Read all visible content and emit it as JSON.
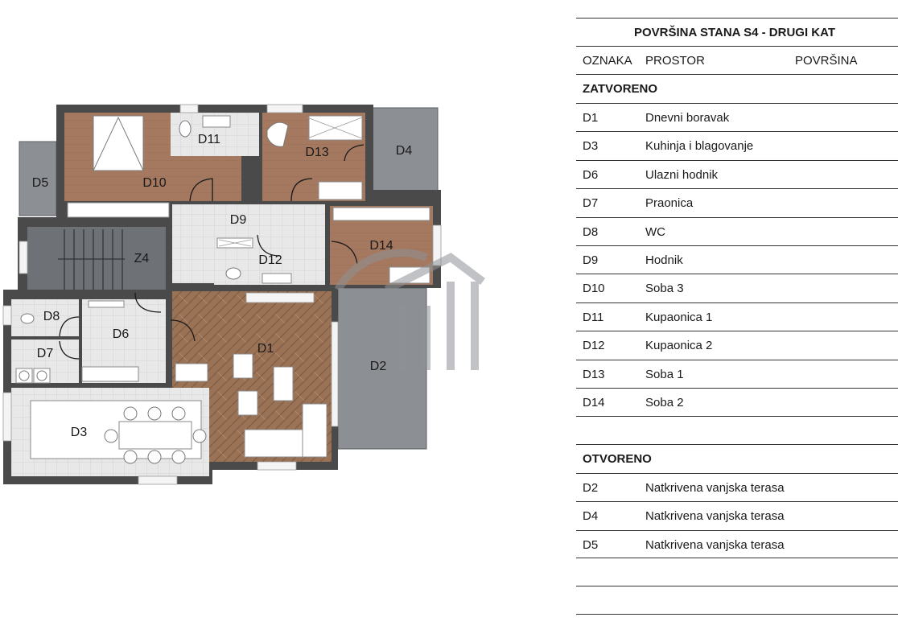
{
  "plan_labels": {
    "D1": "D1",
    "D2": "D2",
    "D3": "D3",
    "D4": "D4",
    "D5": "D5",
    "D6": "D6",
    "D7": "D7",
    "D8": "D8",
    "D9": "D9",
    "D10": "D10",
    "D11": "D11",
    "D12": "D12",
    "D13": "D13",
    "D14": "D14",
    "Z4": "Z4"
  },
  "table": {
    "title": "POVRŠINA STANA S4 - DRUGI KAT",
    "col_code": "OZNAKA",
    "col_room": "PROSTOR",
    "col_area": "POVRŠINA",
    "closed_label": "ZATVORENO",
    "closed_rows": [
      {
        "code": "D1",
        "name": "Dnevni boravak"
      },
      {
        "code": "D3",
        "name": "Kuhinja i blagovanje"
      },
      {
        "code": "D6",
        "name": "Ulazni hodnik"
      },
      {
        "code": "D7",
        "name": "Praonica"
      },
      {
        "code": "D8",
        "name": "WC"
      },
      {
        "code": "D9",
        "name": "Hodnik"
      },
      {
        "code": "D10",
        "name": "Soba 3"
      },
      {
        "code": "D11",
        "name": "Kupaonica 1"
      },
      {
        "code": "D12",
        "name": "Kupaonica 2"
      },
      {
        "code": "D13",
        "name": "Soba 1"
      },
      {
        "code": "D14",
        "name": "Soba 2"
      }
    ],
    "open_label": "OTVORENO",
    "open_rows": [
      {
        "code": "D2",
        "name": "Natkrivena vanjska terasa"
      },
      {
        "code": "D4",
        "name": "Natkrivena vanjska terasa"
      },
      {
        "code": "D5",
        "name": "Natkrivena vanjska terasa"
      }
    ]
  },
  "colors": {
    "wall": "#4a4a4a",
    "wood": "#a0735a",
    "herringbone": "#8a6a50",
    "tile": "#e6e6e6",
    "terrace": "#8c8f93",
    "stair": "#6e7276"
  }
}
